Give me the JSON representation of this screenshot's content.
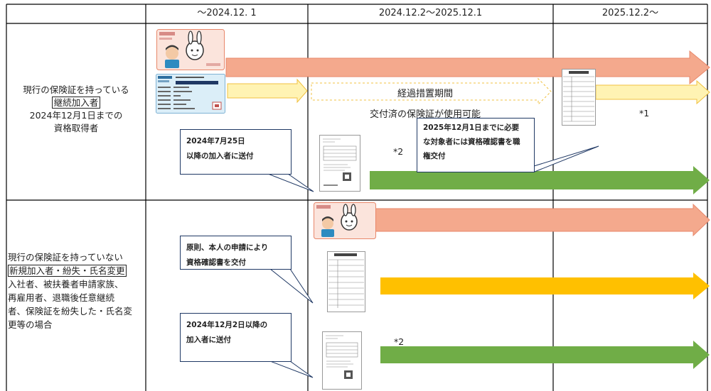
{
  "header": {
    "col2": "～2024.12. 1",
    "col3": "2024.12.2～2025.12.1",
    "col4": "2025.12.2～"
  },
  "row1": {
    "line1": "現行の保険証を持っている",
    "boxed": "継続加入者",
    "line3": "2024年12月1日までの",
    "line4": "資格取得者",
    "transition_label": "経過措置期間",
    "transition_sub": "交付済の保険証が使用可能",
    "note1": "*1",
    "note2": "*2",
    "callout_left_1": "2024年7月25日",
    "callout_left_2": "以降の加入者に送付",
    "callout_right_1": "2025年12月1日までに必要",
    "callout_right_2": "な対象者には資格確認書を職",
    "callout_right_3": "権交付"
  },
  "row2": {
    "line1": "現行の保険証を持っていない",
    "boxed": "新規加入者・紛失・氏名変更",
    "line3": "入社者、被扶養者申請家族、",
    "line4": "再雇用者、退職後任意継続",
    "line5": "者、保険証を紛失した・氏名変",
    "line6": "更等の場合",
    "callout1_1": "原則、本人の申請により",
    "callout1_2": "資格確認書を交付",
    "callout2_1": "2024年12月2日以降の",
    "callout2_2": "加入者に送付",
    "note2": "*2"
  },
  "colors": {
    "salmon": "#f4a98d",
    "light_yellow": "#fff3b3",
    "orange": "#ffc000",
    "green": "#70ad47",
    "callout_line": "#1f3864"
  }
}
